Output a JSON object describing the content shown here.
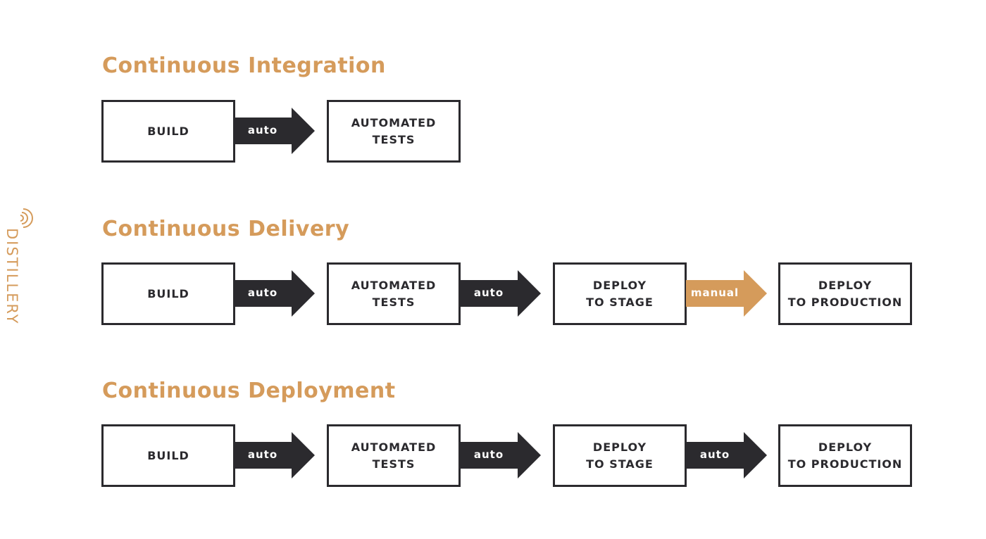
{
  "brand": {
    "name": "DISTILLERY",
    "accent_color": "#d59b5b",
    "icon": "distillery-logo-icon"
  },
  "colors": {
    "accent": "#d59b5b",
    "dark": "#2b2a2e"
  },
  "sections": [
    {
      "title": "Continuous Integration",
      "steps": [
        {
          "lines": [
            "BUILD"
          ]
        },
        {
          "lines": [
            "AUTOMATED",
            "TESTS"
          ]
        }
      ],
      "transitions": [
        {
          "label": "auto",
          "kind": "auto"
        }
      ]
    },
    {
      "title": "Continuous Delivery",
      "steps": [
        {
          "lines": [
            "BUILD"
          ]
        },
        {
          "lines": [
            "AUTOMATED",
            "TESTS"
          ]
        },
        {
          "lines": [
            "DEPLOY",
            "TO STAGE"
          ]
        },
        {
          "lines": [
            "DEPLOY",
            "TO PRODUCTION"
          ]
        }
      ],
      "transitions": [
        {
          "label": "auto",
          "kind": "auto"
        },
        {
          "label": "auto",
          "kind": "auto"
        },
        {
          "label": "manual",
          "kind": "manual"
        }
      ]
    },
    {
      "title": "Continuous Deployment",
      "steps": [
        {
          "lines": [
            "BUILD"
          ]
        },
        {
          "lines": [
            "AUTOMATED",
            "TESTS"
          ]
        },
        {
          "lines": [
            "DEPLOY",
            "TO STAGE"
          ]
        },
        {
          "lines": [
            "DEPLOY",
            "TO PRODUCTION"
          ]
        }
      ],
      "transitions": [
        {
          "label": "auto",
          "kind": "auto"
        },
        {
          "label": "auto",
          "kind": "auto"
        },
        {
          "label": "auto",
          "kind": "auto"
        }
      ]
    }
  ]
}
